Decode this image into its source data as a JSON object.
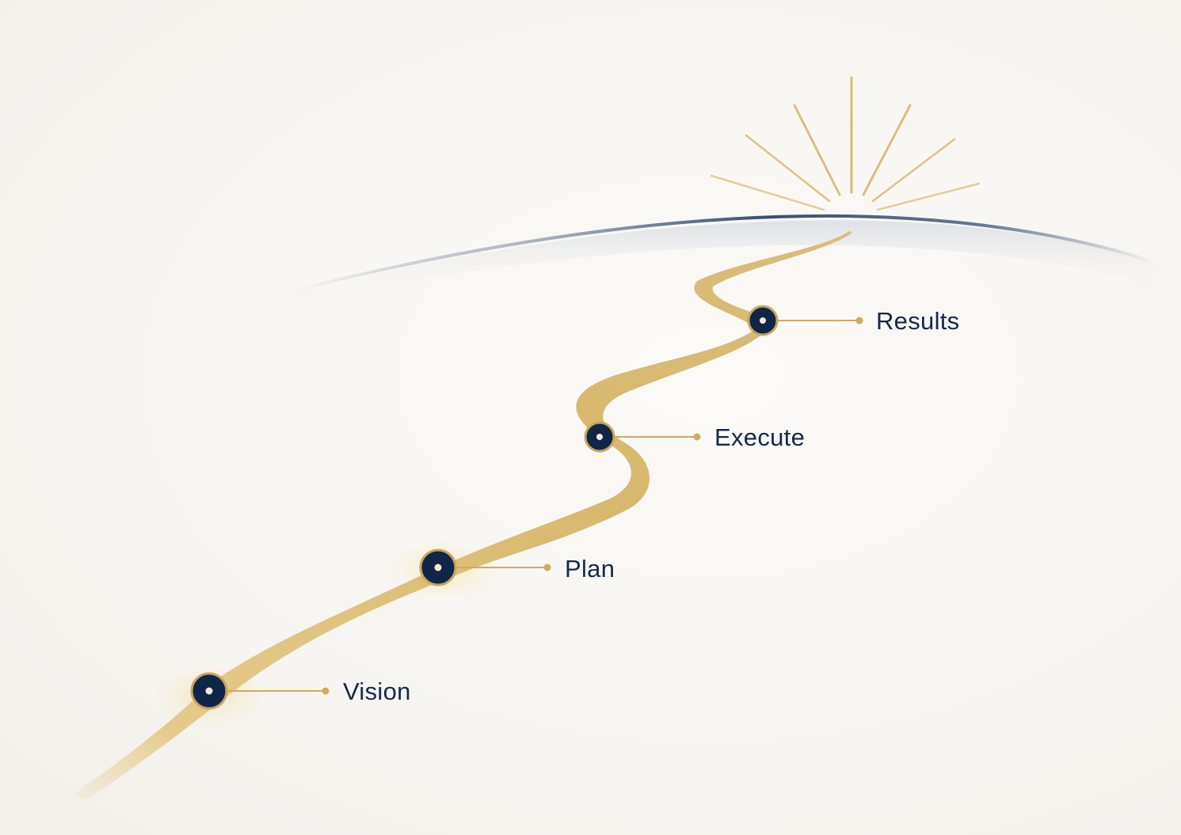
{
  "milestones": [
    {
      "id": "vision",
      "label": "Vision"
    },
    {
      "id": "plan",
      "label": "Plan"
    },
    {
      "id": "execute",
      "label": "Execute"
    },
    {
      "id": "results",
      "label": "Results"
    }
  ],
  "colors": {
    "background": "#f8f6f3",
    "path_gold": "#d9b96e",
    "node_navy": "#0f2649",
    "node_ring": "#c9a55a",
    "horizon": "#2d4468",
    "label_text": "#14294d"
  }
}
